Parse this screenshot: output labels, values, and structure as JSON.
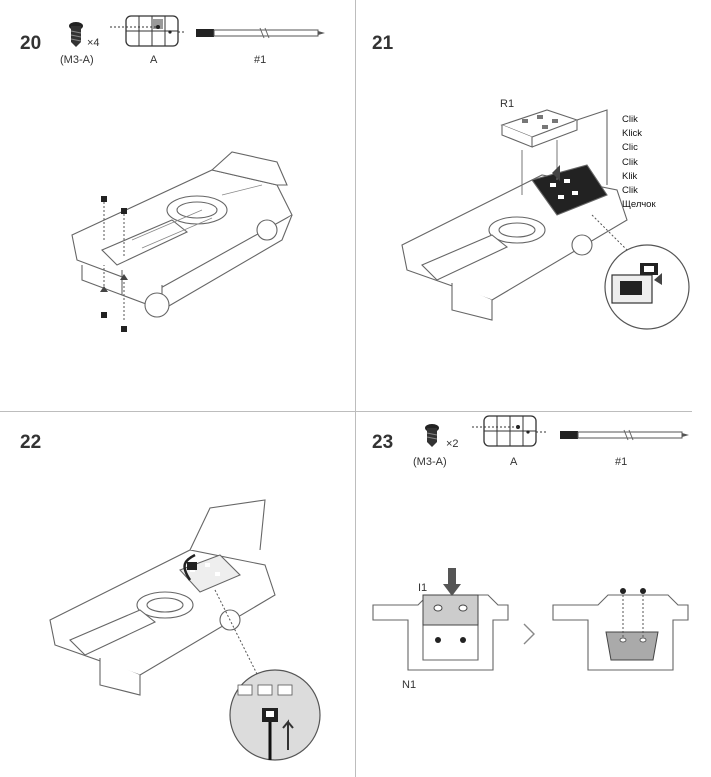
{
  "steps": [
    {
      "number": "20",
      "screw_qty": "×4",
      "screw_code": "(M3-A)",
      "part_label": "A",
      "tool_label": "#1"
    },
    {
      "number": "21",
      "callout": "R1",
      "sounds": [
        "Clik",
        "Klick",
        "Clic",
        "Clik",
        "Klik",
        "Clik",
        "Щелчок"
      ]
    },
    {
      "number": "22"
    },
    {
      "number": "23",
      "screw_qty": "×2",
      "screw_code": "(M3-A)",
      "part_label": "A",
      "tool_label": "#1",
      "callout_part": "I1",
      "callout_base": "N1"
    }
  ]
}
